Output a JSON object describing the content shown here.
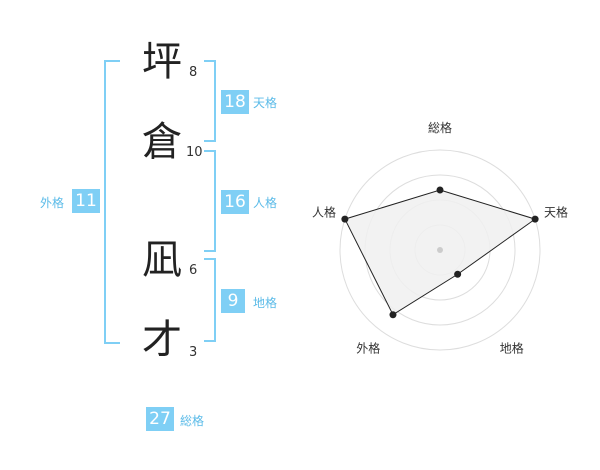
{
  "name_chars": [
    {
      "char": "坪",
      "strokes": "8"
    },
    {
      "char": "倉",
      "strokes": "10"
    },
    {
      "char": "凪",
      "strokes": "6"
    },
    {
      "char": "才",
      "strokes": "3"
    }
  ],
  "kaku": {
    "tenkaku": {
      "value": "18",
      "label": "天格"
    },
    "jinkaku": {
      "value": "16",
      "label": "人格"
    },
    "chikaku": {
      "value": "9",
      "label": "地格"
    },
    "gaikaku": {
      "value": "11",
      "label": "外格"
    },
    "soukaku": {
      "value": "27",
      "label": "総格"
    }
  },
  "chart_data": {
    "type": "radar",
    "axes": [
      "総格",
      "天格",
      "地格",
      "外格",
      "人格"
    ],
    "values": [
      3,
      5,
      1.5,
      4,
      5
    ],
    "max": 5,
    "rings": 4,
    "colors": {
      "fill": "#f0f0f0",
      "line": "#222222",
      "grid": "#dddddd",
      "center": "#cccccc"
    }
  },
  "colors": {
    "accent": "#7fcff5",
    "label": "#5bbbe8"
  }
}
